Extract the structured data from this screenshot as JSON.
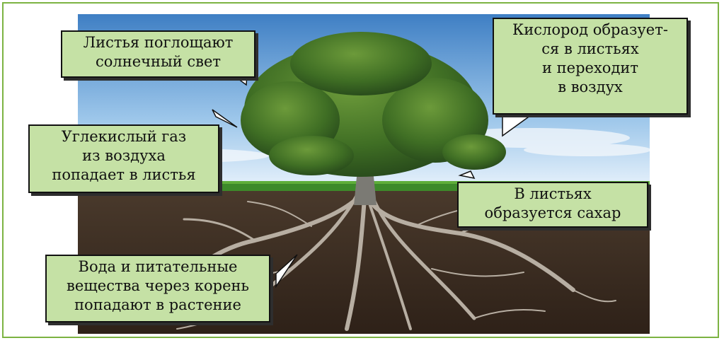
{
  "colors": {
    "frame_border": "#7cb342",
    "callout_fill": "#c5e1a5",
    "sky_top": "#3f7fc4",
    "sky_bottom": "#e6f1fb",
    "soil": "#3a2a1e",
    "grass": "#3d8a2a",
    "foliage": "#3f6e24",
    "trunk": "#7b7a74",
    "roots": "#b7aea2"
  },
  "callouts": {
    "leaves_absorb_light": "Листья поглощают\nсолнечный свет",
    "oxygen_released": "Кислород образует-\nся в листьях\nи переходит\nв воздух",
    "co2_enters_leaves": "Углекислый газ\nиз воздуха\nпопадает в листья",
    "sugar_formed": "В листьях\nобразуется сахар",
    "water_nutrients_roots": "Вода и питательные\nвещества через корень\nпопадают в растение"
  }
}
